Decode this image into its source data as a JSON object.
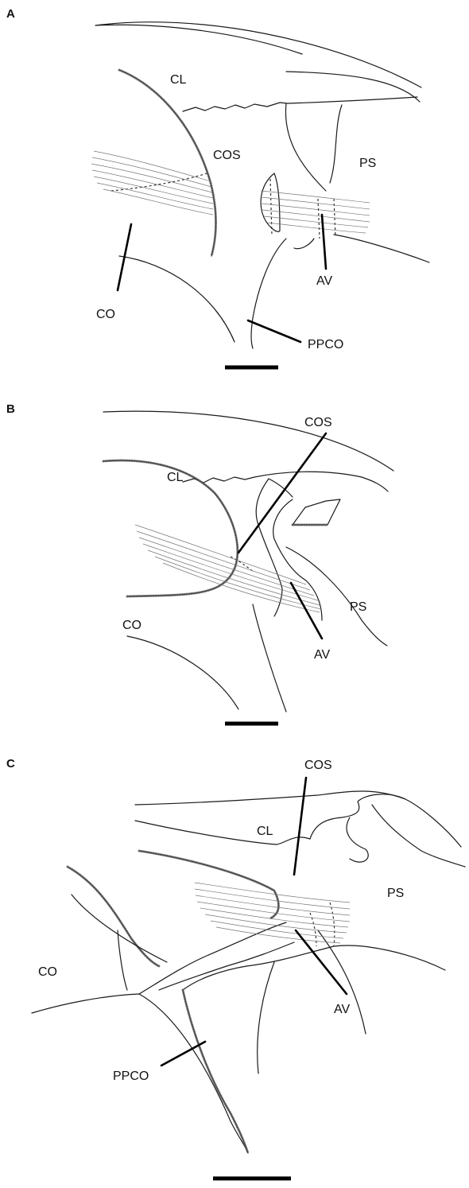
{
  "panels": [
    {
      "letter": "A",
      "labels": {
        "cl": "CL",
        "cos": "COS",
        "ps": "PS",
        "co": "CO",
        "av": "AV",
        "ppco": "PPCO"
      }
    },
    {
      "letter": "B",
      "labels": {
        "cos": "COS",
        "cl": "CL",
        "ps": "PS",
        "co": "CO",
        "av": "AV"
      }
    },
    {
      "letter": "C",
      "labels": {
        "cos": "COS",
        "cl": "CL",
        "ps": "PS",
        "co": "CO",
        "av": "AV",
        "ppco": "PPCO"
      }
    }
  ]
}
